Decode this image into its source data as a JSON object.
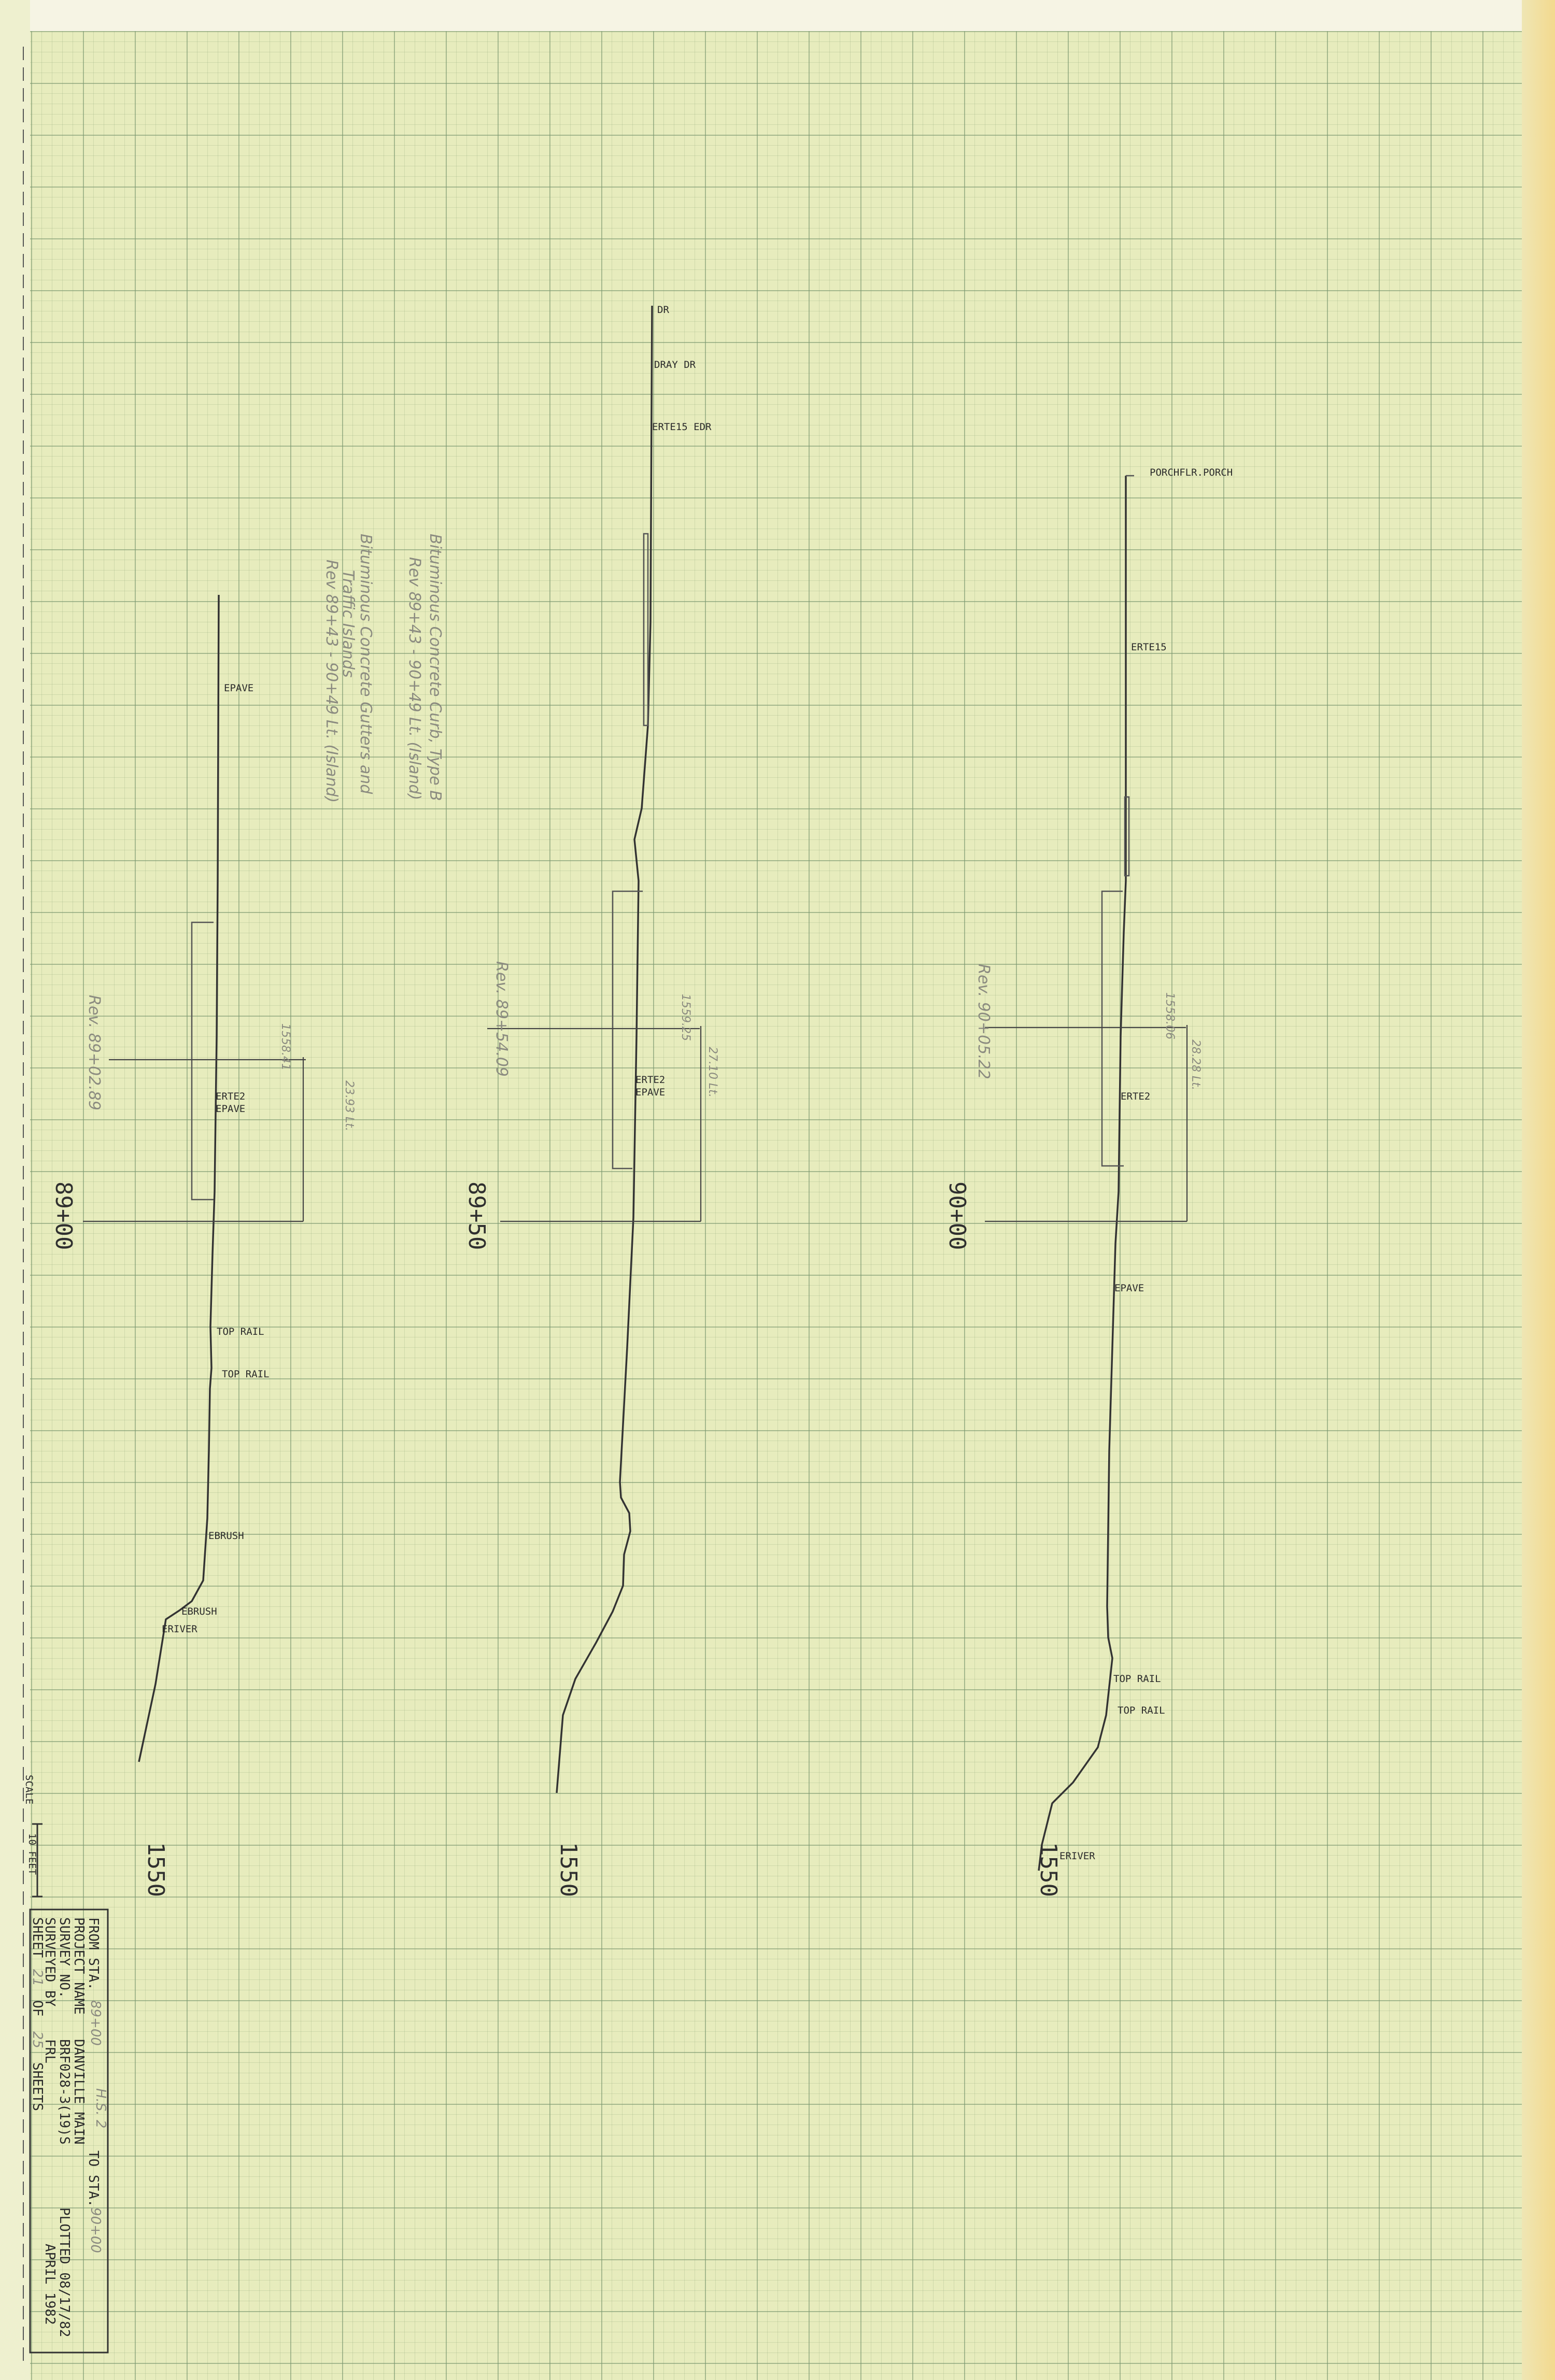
{
  "sections": [
    {
      "station": "89+00",
      "profile_labels": [
        "EPAVE",
        "ERTE2",
        "EPAVE",
        "TOP RAIL",
        "TOP RAIL",
        "EBRUSH",
        "EBRUSH",
        "ERIVER"
      ],
      "elev_label": "1550",
      "note_handwritten": "Rev. 89+02.89",
      "elev_annot": "1558.41",
      "offset_annot": "23.93 Lt."
    },
    {
      "station": "89+50",
      "profile_labels": [
        "DR",
        "DRAY DR",
        "ERTE15 EDR",
        "ERTE2",
        "EPAVE"
      ],
      "elev_label": "1550",
      "note_handwritten": "Rev. 89+54.09",
      "elev_annot": "1559.25",
      "offset_annot": "27.10 Lt."
    },
    {
      "station": "90+00",
      "profile_labels": [
        "PORCHFLR.PORCH",
        "ERTE15",
        "ERTE2",
        "EPAVE",
        "TOP RAIL",
        "TOP RAIL",
        "ERIVER"
      ],
      "elev_label": "1550",
      "note_handwritten": "Rev. 90+05.22",
      "elev_annot": "1558.06",
      "offset_annot": "28.28 Lt."
    }
  ],
  "notes": {
    "curb_line1": "Bituminous Concrete Curb, Type B",
    "curb_line2": "Rev 89+43 - 90+49 Lt. (Island)",
    "gutter_line1": "Bituminous Concrete Gutters and",
    "gutter_line2": "Traffic Islands",
    "gutter_line3": "Rev 89+43 - 90+49 Lt. (Island)"
  },
  "scale": {
    "label": "SCALE",
    "value": "10 FEET"
  },
  "title_block": {
    "row1_label": "FROM STA.",
    "row1_value": "89+00",
    "row1_label2": "TO STA.",
    "row1_value2": "90+00",
    "row2_label": "PROJECT NAME",
    "row2_value": "DANVILLE  MAIN",
    "row3_label": "SURVEY NO.",
    "row3_value": "BRF028-3(19)S",
    "row3_label2": "PLOTTED 08/17/82",
    "row4_label": "SURVEYED BY",
    "row4_value": "FRL",
    "row4_value2": "APRIL 1982",
    "row5_label": "SHEET",
    "row5_value": "21",
    "row5_label2": "OF",
    "row5_value2": "25",
    "row5_label3": "SHEETS",
    "handnote": "H.S. 2"
  }
}
